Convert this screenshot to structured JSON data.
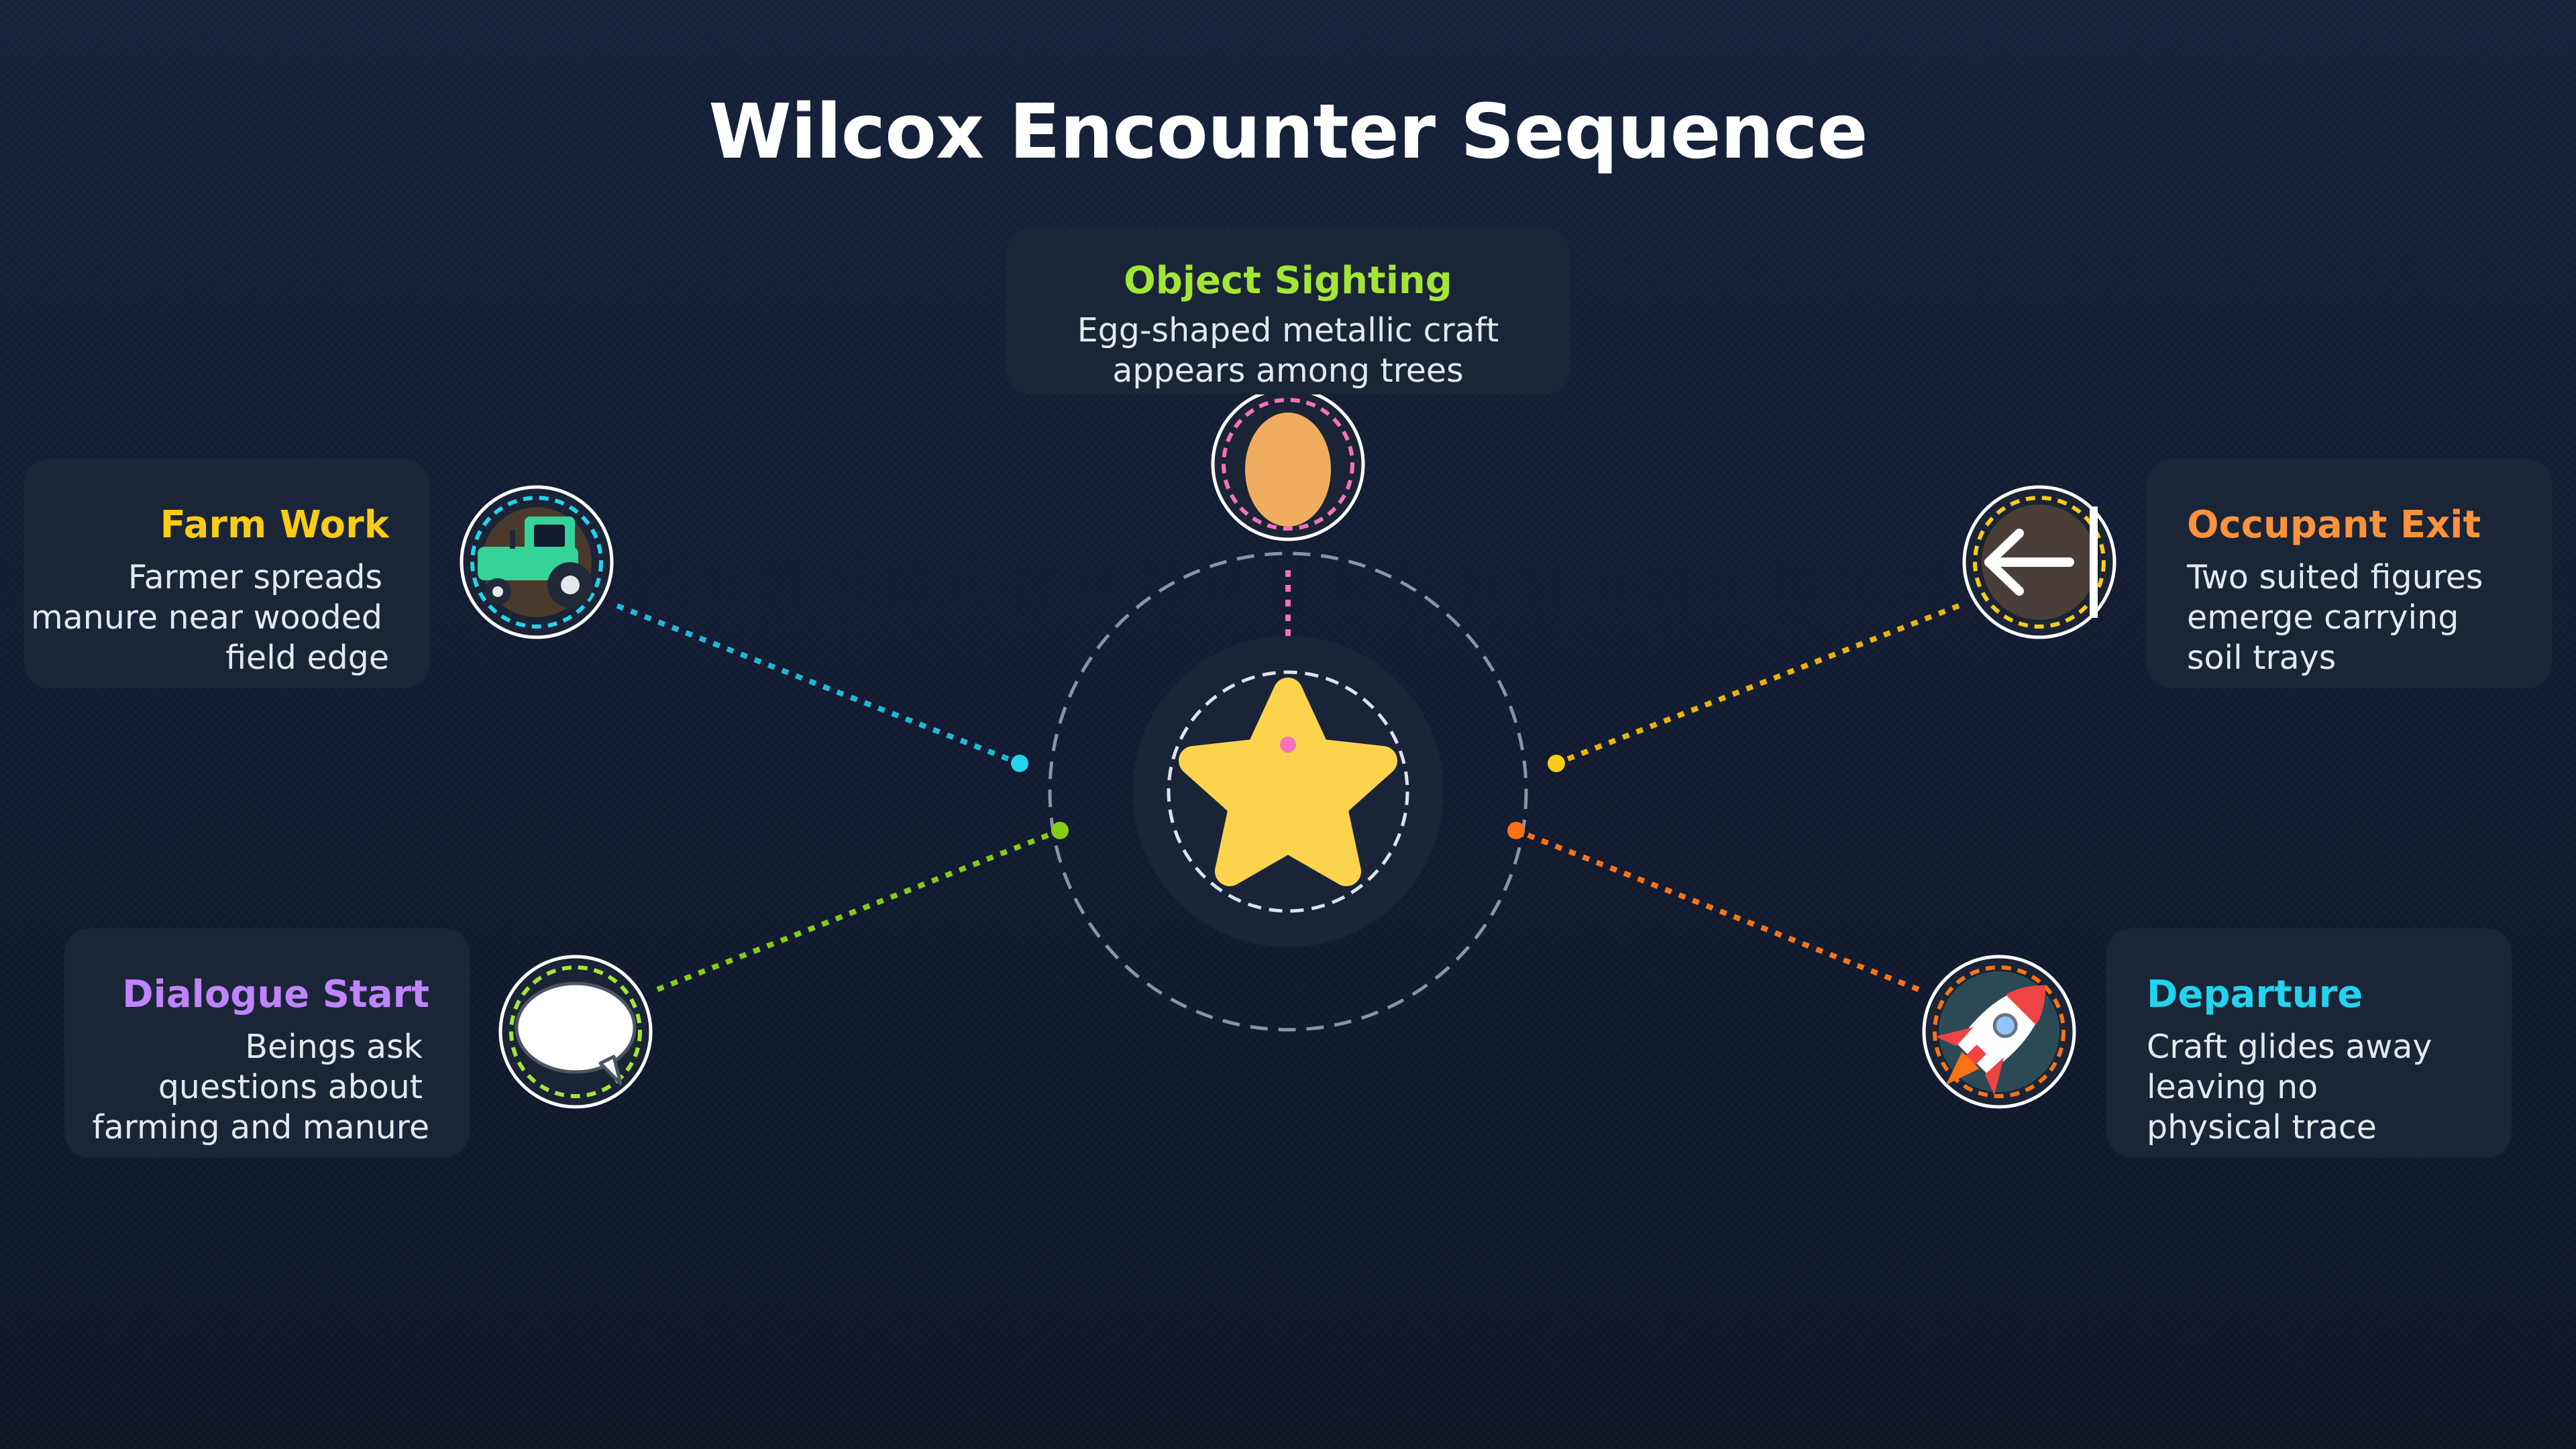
{
  "title": "Wilcox Encounter Sequence",
  "colors": {
    "background": "#111a2e",
    "card": "#1b2538",
    "object_sighting": "#a3e635",
    "farm_work": "#facc15",
    "occupant_exit": "#fb923c",
    "dialogue_start": "#c084fc",
    "departure": "#22d3ee",
    "center_star": "#fcd34d"
  },
  "center": {
    "icon": "star-icon"
  },
  "events": [
    {
      "id": "object-sighting",
      "title": "Object Sighting",
      "lines": [
        "Egg-shaped metallic craft",
        "appears among trees"
      ],
      "icon": "egg-icon",
      "color": "#a3e635"
    },
    {
      "id": "farm-work",
      "title": "Farm Work",
      "lines": [
        "Farmer spreads",
        "manure near wooded",
        "field edge"
      ],
      "icon": "tractor-icon",
      "color": "#facc15"
    },
    {
      "id": "occupant-exit",
      "title": "Occupant Exit",
      "lines": [
        "Two suited figures",
        "emerge carrying",
        "soil trays"
      ],
      "icon": "exit-arrow-icon",
      "color": "#fb923c"
    },
    {
      "id": "dialogue-start",
      "title": "Dialogue Start",
      "lines": [
        "Beings ask",
        "questions about",
        "farming and manure"
      ],
      "icon": "speech-bubble-icon",
      "color": "#c084fc"
    },
    {
      "id": "departure",
      "title": "Departure",
      "lines": [
        "Craft glides away",
        "leaving no",
        "physical trace"
      ],
      "icon": "rocket-icon",
      "color": "#22d3ee"
    }
  ]
}
